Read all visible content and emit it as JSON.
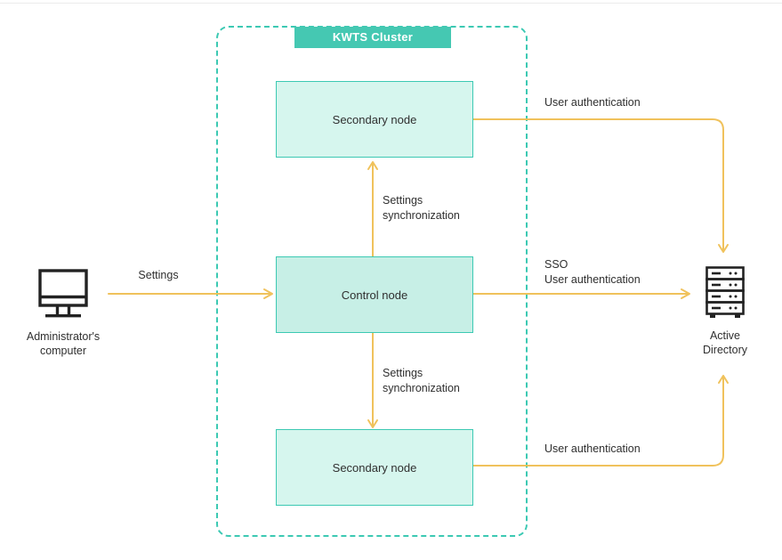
{
  "diagram": {
    "cluster": {
      "title": "KWTS Cluster"
    },
    "nodes": {
      "secondary_top": {
        "label": "Secondary node"
      },
      "control": {
        "label": "Control node"
      },
      "secondary_bottom": {
        "label": "Secondary node"
      }
    },
    "external": {
      "admin_computer": {
        "line1": "Administrator's",
        "line2": "computer",
        "icon": "monitor-icon"
      },
      "active_directory": {
        "line1": "Active",
        "line2": "Directory",
        "icon": "server-icon"
      }
    },
    "edges": {
      "settings": {
        "label": "Settings",
        "from": "admin_computer",
        "to": "control"
      },
      "sync_top": {
        "line1": "Settings",
        "line2": "synchronization",
        "from": "control",
        "to": "secondary_top"
      },
      "sync_bottom": {
        "line1": "Settings",
        "line2": "synchronization",
        "from": "control",
        "to": "secondary_bottom"
      },
      "sso": {
        "line1": "SSO",
        "line2": "User authentication",
        "from": "control",
        "to": "active_directory"
      },
      "auth_top": {
        "label": "User authentication",
        "from": "secondary_top",
        "to": "active_directory"
      },
      "auth_bottom": {
        "label": "User authentication",
        "from": "secondary_bottom",
        "to": "active_directory"
      }
    },
    "colors": {
      "teal": "#3cc9b3",
      "badge": "#45c8b2",
      "node_fill": "#d6f6ee",
      "control_fill": "#c7efe6",
      "arrow": "#f0c25c",
      "text": "#2f2f2f",
      "icon": "#222222",
      "divider": "#ececec"
    }
  }
}
